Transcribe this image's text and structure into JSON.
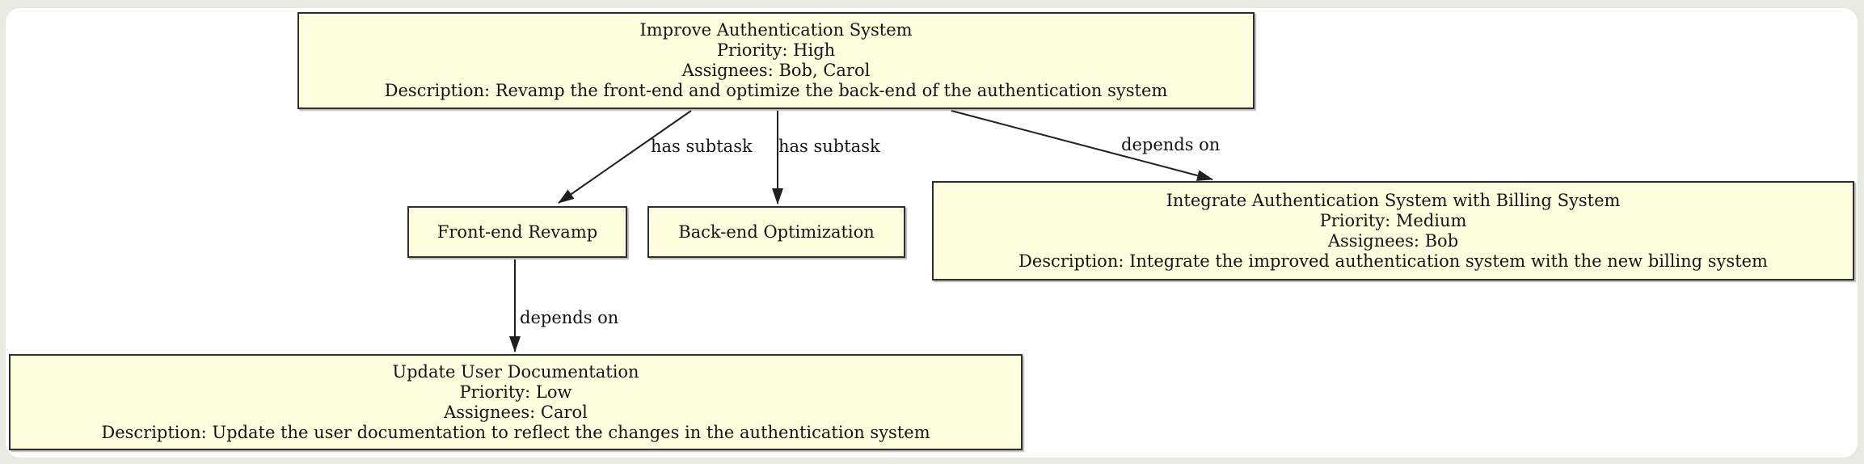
{
  "diagram": {
    "type": "task-dependency-graph",
    "colors": {
      "page_background": "#E8EAE2",
      "canvas_background": "#FFFFFF",
      "node_fill": "#FFFFE0",
      "node_border": "#2E2E2E",
      "edge_color": "#1F1F1F",
      "text_color": "#141414"
    },
    "nodes": [
      {
        "id": "improve-auth",
        "lines": [
          "Improve Authentication System",
          "Priority: High",
          "Assignees: Bob, Carol",
          "Description: Revamp the front-end and optimize the back-end of the authentication system"
        ]
      },
      {
        "id": "frontend-revamp",
        "lines": [
          "Front-end Revamp"
        ]
      },
      {
        "id": "backend-optimization",
        "lines": [
          "Back-end Optimization"
        ]
      },
      {
        "id": "integrate-billing",
        "lines": [
          "Integrate Authentication System with Billing System",
          "Priority: Medium",
          "Assignees: Bob",
          "Description: Integrate the improved authentication system with the new billing system"
        ]
      },
      {
        "id": "update-user-docs",
        "lines": [
          "Update User Documentation",
          "Priority: Low",
          "Assignees: Carol",
          "Description: Update the user documentation to reflect the changes in the authentication system"
        ]
      }
    ],
    "edges": [
      {
        "from": "improve-auth",
        "to": "frontend-revamp",
        "label": "has subtask"
      },
      {
        "from": "improve-auth",
        "to": "backend-optimization",
        "label": "has subtask"
      },
      {
        "from": "improve-auth",
        "to": "integrate-billing",
        "label": "depends on"
      },
      {
        "from": "frontend-revamp",
        "to": "update-user-docs",
        "label": "depends on"
      }
    ]
  }
}
